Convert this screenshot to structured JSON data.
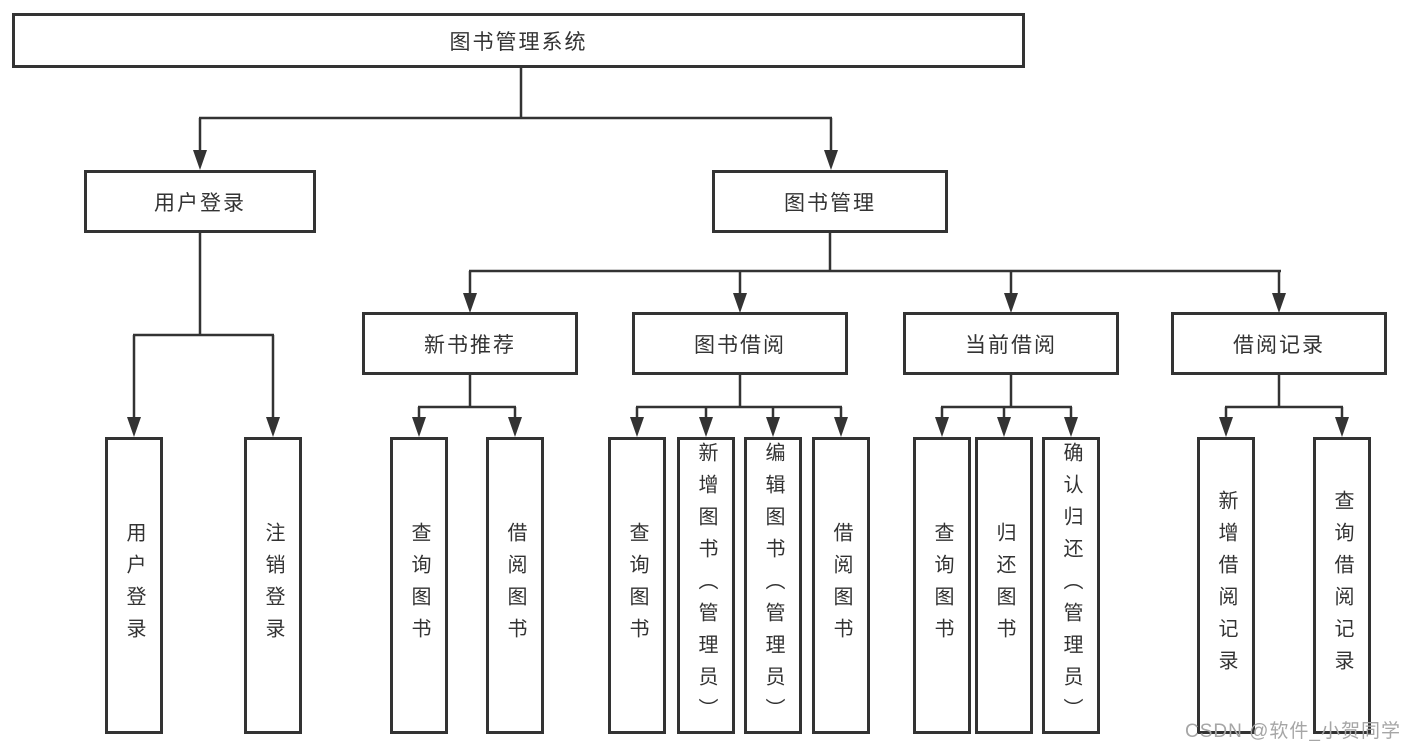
{
  "tree": {
    "root": "图书管理系统",
    "branches": [
      {
        "label": "用户登录",
        "children": [
          "用户登录",
          "注销登录"
        ]
      },
      {
        "label": "图书管理",
        "sections": [
          {
            "label": "新书推荐",
            "children": [
              "查询图书",
              "借阅图书"
            ]
          },
          {
            "label": "图书借阅",
            "children": [
              "查询图书",
              "新增图书（管理员）",
              "编辑图书（管理员）",
              "借阅图书"
            ]
          },
          {
            "label": "当前借阅",
            "children": [
              "查询图书",
              "归还图书",
              "确认归还（管理员）"
            ]
          },
          {
            "label": "借阅记录",
            "children": [
              "新增借阅记录",
              "查询借阅记录"
            ]
          }
        ]
      }
    ]
  },
  "watermark": {
    "text": "CSDN @软件_小贺同学"
  },
  "colors": {
    "line": "#333333",
    "box_border": "#333333",
    "text": "#333333",
    "background": "#ffffff",
    "watermark": "#a6a6a6"
  }
}
